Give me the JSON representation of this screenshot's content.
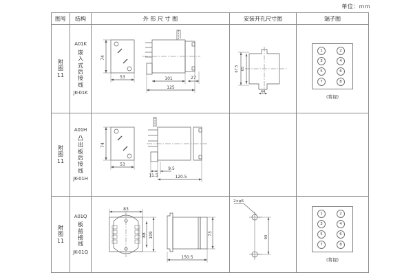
{
  "unit_note": "单位：mm",
  "header": {
    "col_drawing_no": "图号",
    "col_structure": "结构",
    "col_outline": "外 形 尺 寸 图",
    "col_cutout": "安装开孔尺寸图",
    "col_terminal": "端子图"
  },
  "rows": [
    {
      "drawing_no": [
        "附",
        "图",
        "11"
      ],
      "structure": {
        "model": "A01K",
        "desc": [
          "嵌",
          "入",
          "式",
          "后",
          "接",
          "线"
        ],
        "code": "JK-01K"
      },
      "outline_dims": {
        "front_height": "74",
        "front_width": "53",
        "side_body": "101",
        "side_total": "125",
        "side_tail": "27"
      },
      "cutout_dims": {
        "v_outer": "67.5",
        "v_inner": "65",
        "h_notch": "44"
      },
      "terminals": [
        "1",
        "2",
        "3",
        "4",
        "5",
        "6",
        "7",
        "8"
      ],
      "terminal_note": "(背视)"
    },
    {
      "drawing_no": [
        "附",
        "图",
        "11"
      ],
      "structure": {
        "model": "A01H",
        "desc": [
          "凸",
          "出",
          "板",
          "后",
          "接",
          "线"
        ],
        "code": "JK-01H"
      },
      "outline_dims": {
        "front_height": "74",
        "front_width": "53",
        "flange": "11.5",
        "gap": "9.5",
        "total_len": "120.5"
      },
      "cutout_dims": {},
      "terminals": [],
      "terminal_note": ""
    },
    {
      "drawing_no": [
        "附",
        "图",
        "11"
      ],
      "structure": {
        "model": "A01Q",
        "desc": [
          "板",
          "前",
          "接",
          "线"
        ],
        "code": "JK-01Q"
      },
      "outline_dims": {
        "front_width": "83",
        "inner_height": "88",
        "outer_height": "109",
        "side_height": "73",
        "side_length": "150.5"
      },
      "cutout_dims": {
        "hole_note": "2×φ5",
        "hole_pitch": "90"
      },
      "terminals": [
        "1",
        "2",
        "3",
        "4",
        "5",
        "6",
        "7",
        "8"
      ],
      "terminal_note": "(背视)"
    }
  ]
}
